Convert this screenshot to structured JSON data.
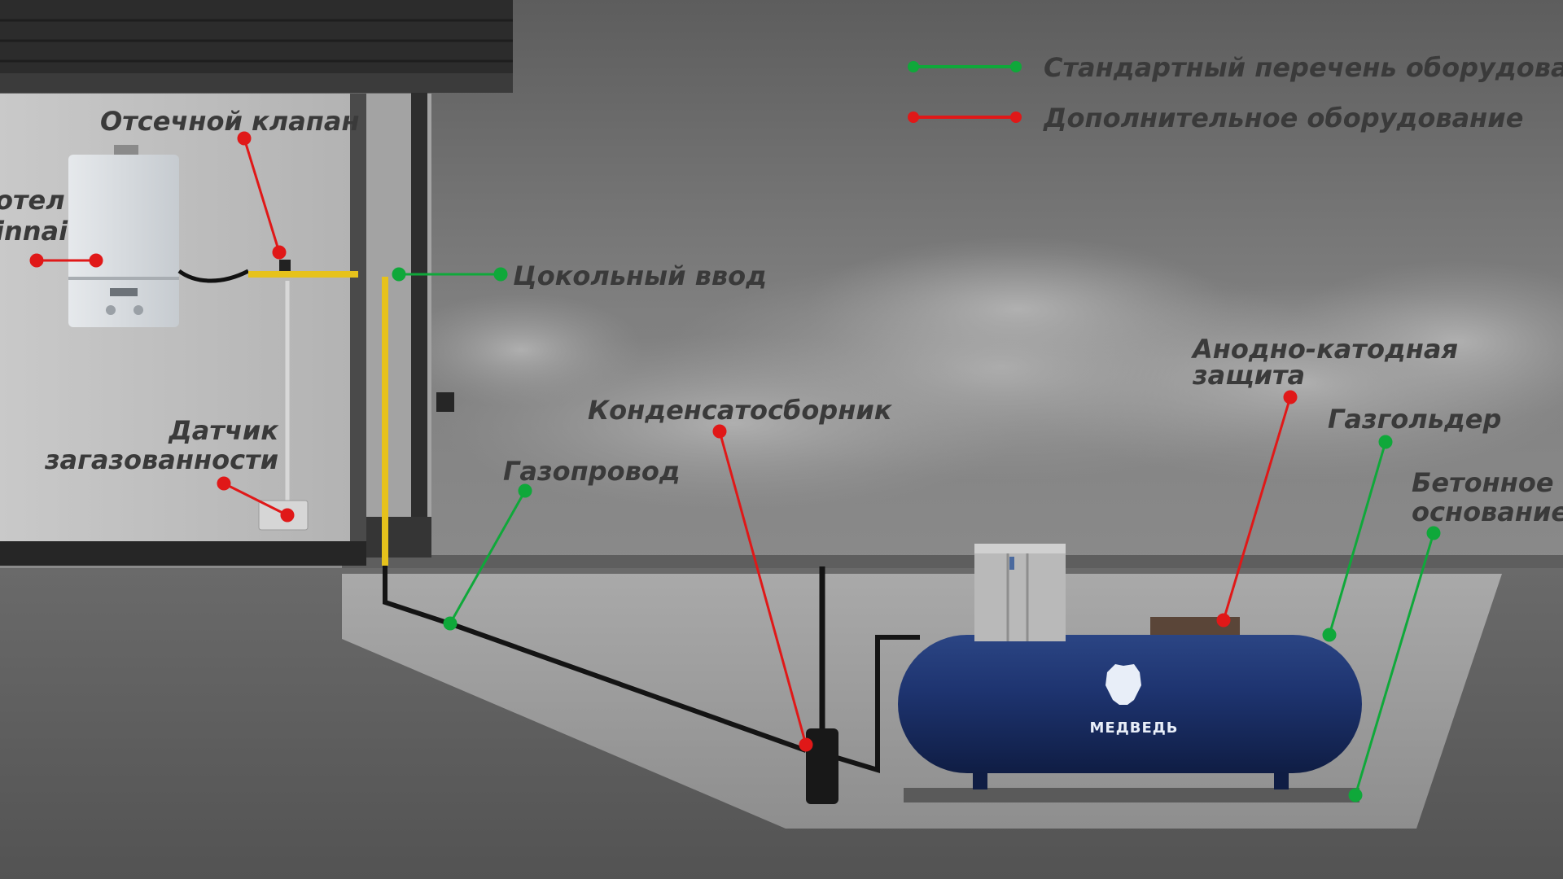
{
  "legend": {
    "standard": "Стандартный перечень оборудования",
    "additional": "Дополнительное оборудование"
  },
  "colors": {
    "standard": "#0fa83a",
    "additional": "#e01818",
    "gas_pipe": "#e6c21c",
    "tank": "#1c2f63"
  },
  "labels": {
    "shutoff_valve": "Отсечной клапан",
    "boiler_line1": "отел",
    "boiler_line2": "innai",
    "basement_inlet": "Цокольный ввод",
    "gas_sensor_line1": "Датчик",
    "gas_sensor_line2": "загазованности",
    "gas_pipeline": "Газопровод",
    "condensate_collector": "Конденсатосборник",
    "anode_line1": "Анодно-катодная",
    "anode_line2": "защита",
    "gas_holder": "Газгольдер",
    "concrete_line1": "Бетонное",
    "concrete_line2": "основание"
  },
  "tank_logo": {
    "brand": "МЕДВЕДЬ",
    "icon": "bear-head-icon"
  }
}
